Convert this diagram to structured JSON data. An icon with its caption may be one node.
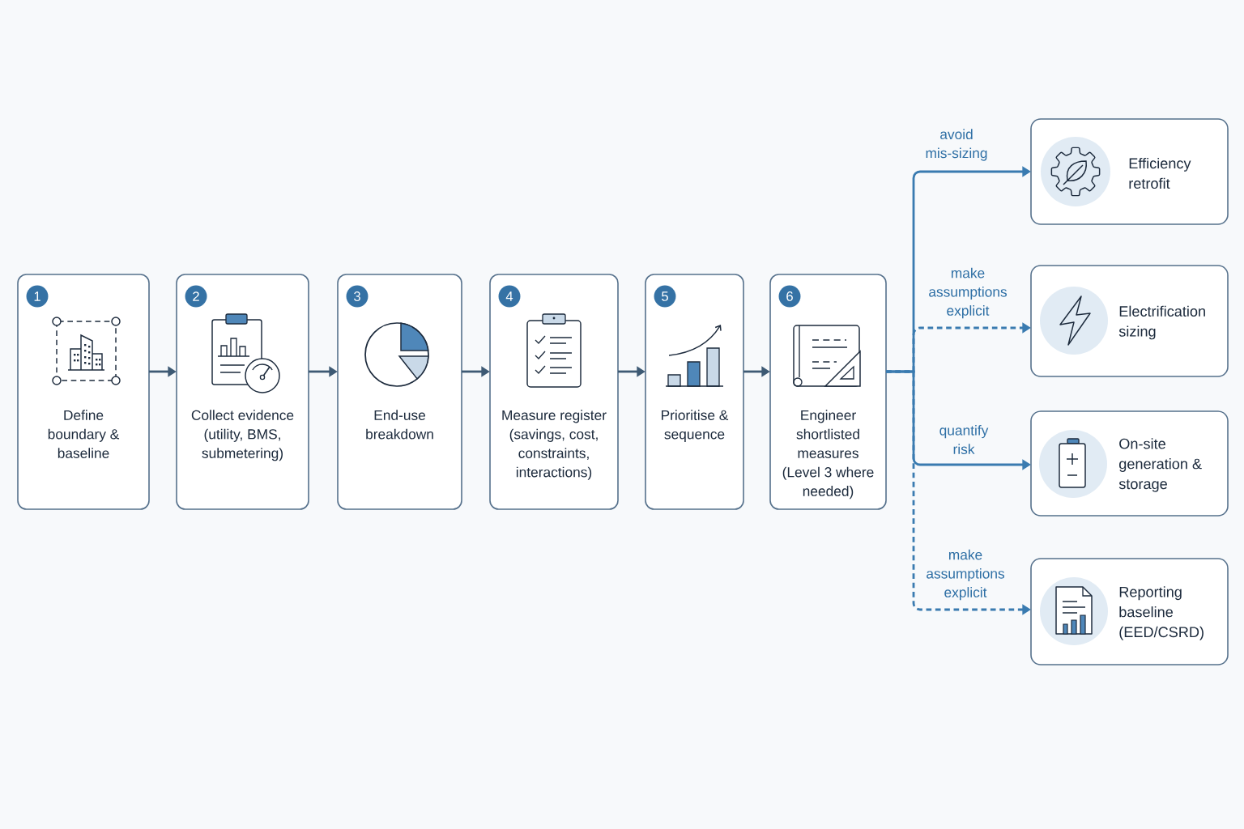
{
  "diagram": {
    "nodes": [
      {
        "text": [
          "1",
          "Define boundary & baseline"
        ]
      },
      {
        "text": [
          "2",
          "Collect evidence (utility, BMS, submetering)"
        ]
      },
      {
        "text": [
          "3",
          "End-use breakdown"
        ]
      },
      {
        "text": [
          "4",
          "Measure register (savings, cost, constraints, interactions)"
        ]
      },
      {
        "text": [
          "5",
          "Prioritise & sequence"
        ]
      },
      {
        "text": [
          "6",
          "Engineer shortlisted measures (Level 3 where needed)"
        ]
      },
      {
        "text": [
          "Efficiency retrofit"
        ]
      },
      {
        "text": [
          "Electrification sizing"
        ]
      },
      {
        "text": [
          "On-site generation & storage"
        ]
      },
      {
        "text": [
          "Reporting baseline (EED/CSRD)"
        ]
      }
    ],
    "edges": [
      {
        "from": 0,
        "to": 1,
        "arrow": "to"
      },
      {
        "from": 1,
        "to": 2,
        "arrow": "to"
      },
      {
        "from": 2,
        "to": 3,
        "arrow": "to"
      },
      {
        "from": 3,
        "to": 4,
        "arrow": "to"
      },
      {
        "from": 4,
        "to": 5,
        "arrow": "to"
      },
      {
        "from": 5,
        "to": 6,
        "arrow": "to",
        "label": "avoid mis-sizing",
        "color": "#3a7bb0"
      },
      {
        "from": 5,
        "to": 7,
        "arrow": "to",
        "label": "make assumptions explicit",
        "style": "dashed",
        "color": "#3a7bb0"
      },
      {
        "from": 5,
        "to": 8,
        "arrow": "to",
        "label": "quantify risk",
        "color": "#3a7bb0"
      },
      {
        "from": 5,
        "to": 9,
        "arrow": "to",
        "label": "make assumptions explicit",
        "style": "dashed",
        "color": "#3a7bb0"
      }
    ]
  }
}
